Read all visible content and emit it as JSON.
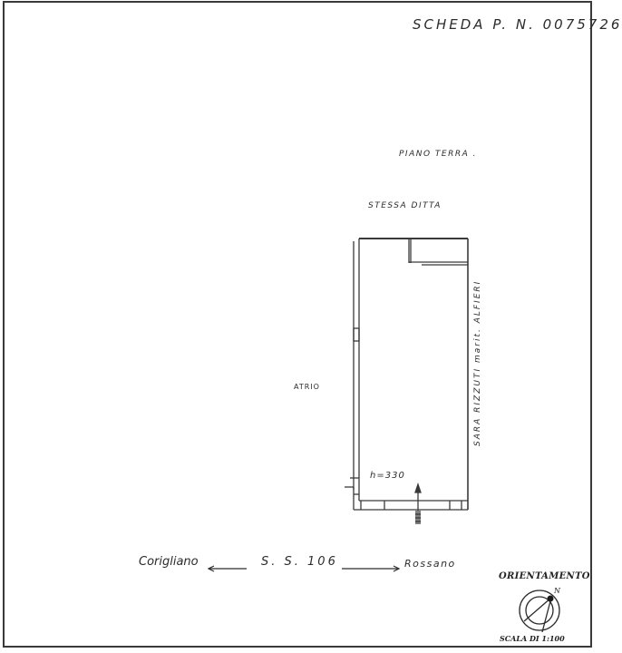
{
  "document": {
    "header": {
      "scheda_label": "SCHEDA P. N. 0075726"
    },
    "plan": {
      "floor_label": "PIANO TERRA .",
      "north_neighbor": "STESSA DITTA",
      "west_neighbor": "ATRIO",
      "east_neighbor": "SARA RIZZUTI  marit. ALFIERI",
      "ceiling_height": "h=330"
    },
    "road": {
      "left_town": "Corigliano",
      "road_name": "S. S.  106",
      "right_town": "Rossano"
    },
    "legend": {
      "orientation_title": "ORIENTAMENTO",
      "north_marker": "N",
      "scale_label": "SCALA DI 1:100"
    }
  }
}
